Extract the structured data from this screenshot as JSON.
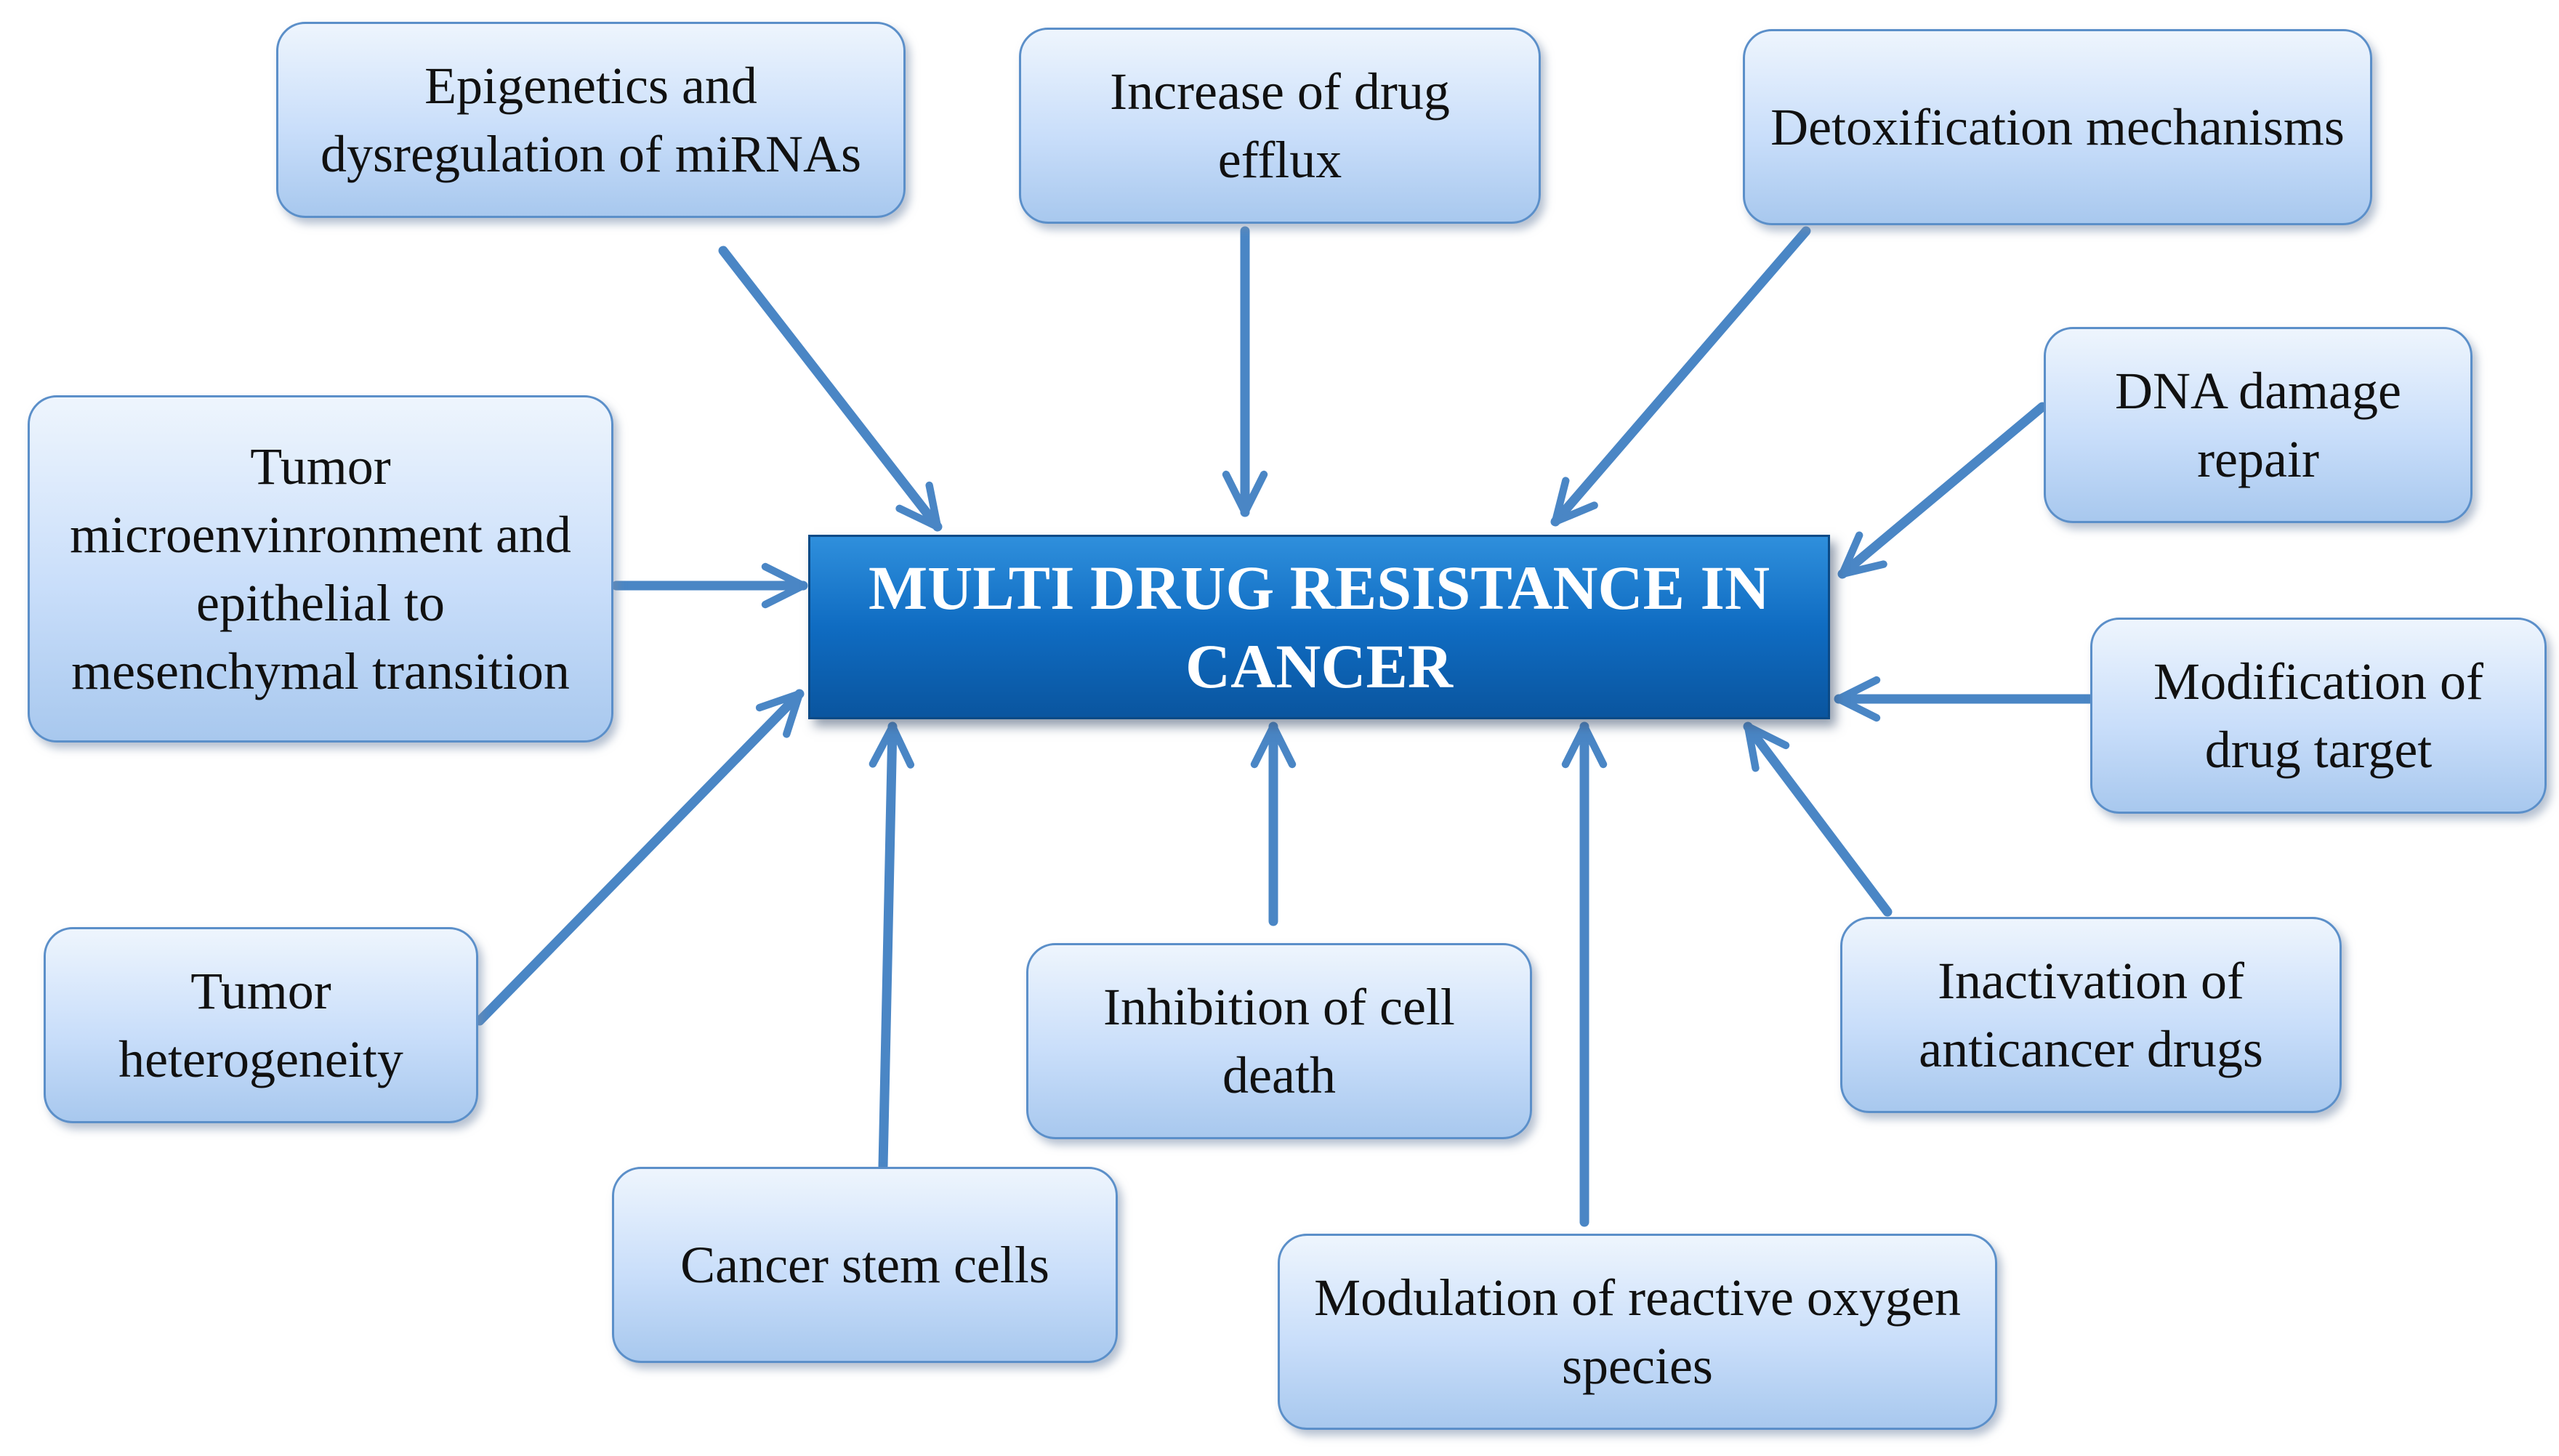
{
  "center_label": "MULTI DRUG RESISTANCE IN CANCER",
  "nodes": {
    "epigenetics": "Epigenetics and dysregulation of miRNAs",
    "drug_efflux": "Increase of drug efflux",
    "detoxification": "Detoxification mechanisms",
    "dna_repair": "DNA damage repair",
    "tumor_microenvironment": "Tumor microenvinronment and epithelial to mesenchymal transition",
    "drug_target": "Modification of drug target",
    "tumor_heterogeneity": "Tumor heterogeneity",
    "cell_death": "Inhibition of cell death",
    "drug_inactivation": "Inactivation of anticancer drugs",
    "stem_cells": "Cancer stem cells",
    "ros": "Modulation of reactive oxygen species"
  },
  "colors": {
    "arrow": "#4a86c5",
    "center_fill": "#0f6cc2",
    "node_fill": "#c9defa",
    "node_border": "#5b8fc9"
  }
}
